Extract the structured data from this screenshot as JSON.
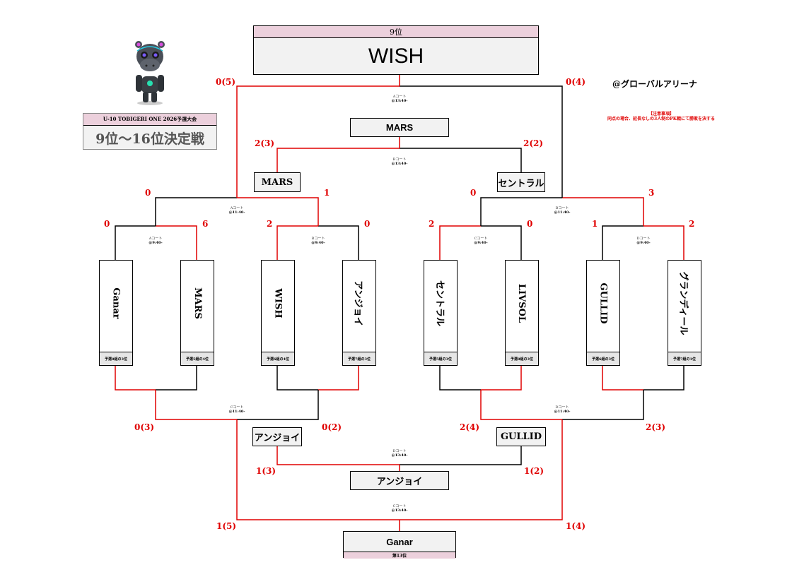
{
  "header": {
    "top_label": "9位",
    "champion": "WISH",
    "venue": "@グローバルアリーナ",
    "notice_title": "【注意事項】",
    "notice_body": "同点の場合、延長なしの3人制のPK戦にて勝敗を決する",
    "event_name": "U-10 TOBIGERI ONE 2026予選大会",
    "event_stage": "9位〜16位決定戦",
    "bottom_place": "第13位"
  },
  "teams": [
    {
      "name": "Ganar",
      "seed": "予選8組の3位"
    },
    {
      "name": "MARS",
      "seed": "予選5組の4位"
    },
    {
      "name": "WISH",
      "seed": "予選6組の4位"
    },
    {
      "name": "アンジョイ",
      "seed": "予選7組の3位"
    },
    {
      "name": "セントラル",
      "seed": "予選5組の3位"
    },
    {
      "name": "LIVSOL",
      "seed": "予選8組の3位"
    },
    {
      "name": "GULLID",
      "seed": "予選6組の3位"
    },
    {
      "name": "グランディール",
      "seed": "予選7組の1位"
    }
  ],
  "results": {
    "r2_left_winner": "MARS",
    "r2_right_winner": "セントラル",
    "final_winner": "MARS",
    "loser_left": "アンジョイ",
    "loser_right": "GULLID",
    "loser_final": "アンジョイ",
    "bottom_winner": "Ganar"
  },
  "scores": {
    "r1_m1_l": "0",
    "r1_m1_r": "6",
    "r1_m2_l": "2",
    "r1_m2_r": "0",
    "r1_m3_l": "2",
    "r1_m3_r": "0",
    "r1_m4_l": "1",
    "r1_m4_r": "2",
    "r2_l_l": "0",
    "r2_l_r": "1",
    "r2_r_l": "0",
    "r2_r_r": "3",
    "sf_l": "2(3)",
    "sf_r": "2(2)",
    "top_l": "0(5)",
    "top_r": "0(4)",
    "lb_l_l": "0(3)",
    "lb_l_r": "0(2)",
    "lb_r_l": "2(4)",
    "lb_r_r": "2(3)",
    "lf_l": "1(3)",
    "lf_r": "1(2)",
    "bot_l": "1(5)",
    "bot_r": "1(4)"
  },
  "courts": {
    "m1": {
      "court": "Aコート",
      "time": "@9:40-"
    },
    "m2": {
      "court": "Bコート",
      "time": "@9:40-"
    },
    "m3": {
      "court": "Cコート",
      "time": "@9:40-"
    },
    "m4": {
      "court": "Dコート",
      "time": "@9:40-"
    },
    "r2l": {
      "court": "Aコート",
      "time": "@11:40-"
    },
    "r2r": {
      "court": "Bコート",
      "time": "@11:40-"
    },
    "sf": {
      "court": "Bコート",
      "time": "@13:40-"
    },
    "top": {
      "court": "Aコート",
      "time": "@13:40-"
    },
    "lbl": {
      "court": "Cコート",
      "time": "@11:40-"
    },
    "lbr": {
      "court": "Dコート",
      "time": "@11:40-"
    },
    "lf": {
      "court": "Dコート",
      "time": "@13:40-"
    },
    "bot": {
      "court": "Cコート",
      "time": "@13:40-"
    }
  },
  "colors": {
    "win_line": "#e00000",
    "lose_line": "#000000",
    "header_bg": "#ecd0dc",
    "box_bg": "#f2f2f2"
  },
  "mascot_icon": "hippo-robot-mascot-icon"
}
